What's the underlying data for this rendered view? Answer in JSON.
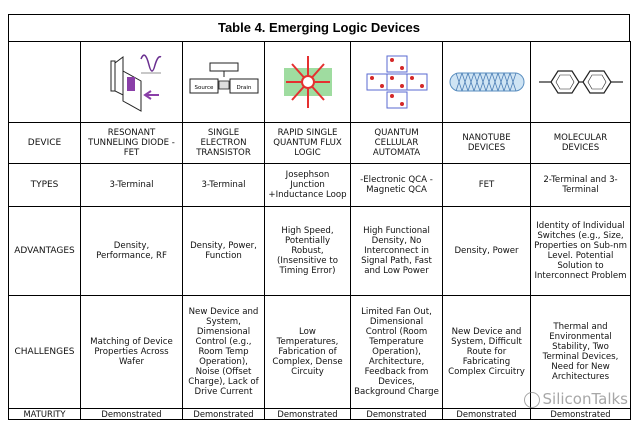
{
  "title": "Table 4. Emerging Logic Devices",
  "rows": {
    "device": {
      "label": "DEVICE",
      "cells": [
        "RESONANT TUNNELING DIODE - FET",
        "SINGLE ELECTRON TRANSISTOR",
        "RAPID SINGLE QUANTUM FLUX LOGIC",
        "QUANTUM CELLULAR AUTOMATA",
        "NANOTUBE DEVICES",
        "MOLECULAR DEVICES"
      ]
    },
    "types": {
      "label": "TYPES",
      "cells": [
        "3-Terminal",
        "3-Terminal",
        "Josephson Junction +Inductance Loop",
        "-Electronic QCA -Magnetic QCA",
        "FET",
        "2-Terminal and 3-Terminal"
      ]
    },
    "advantages": {
      "label": "ADVANTAGES",
      "cells": [
        "Density, Performance, RF",
        "Density, Power, Function",
        "High Speed, Potentially Robust, (Insensitive to Timing Error)",
        "High Functional Density, No Interconnect in Signal Path, Fast and Low Power",
        "Density, Power",
        "Identity of Individual Switches (e.g., Size, Properties on Sub-nm Level. Potential Solution to Interconnect Problem"
      ]
    },
    "challenges": {
      "label": "CHALLENGES",
      "cells": [
        "Matching of Device Properties Across Wafer",
        "New Device and System, Dimensional Control (e.g., Room Temp Operation), Noise (Offset Charge), Lack of Drive Current",
        "Low Temperatures, Fabrication of Complex, Dense Circuity",
        "Limited Fan Out, Dimensional Control (Room Temperature Operation), Architecture, Feedback from Devices, Background Charge",
        "New Device and System, Difficult Route for Fabricating Complex Circuitry",
        "Thermal and Environmental Stability, Two Terminal Devices, Need for New Architectures"
      ]
    },
    "maturity": {
      "label": "MATURITY",
      "cells": [
        "Demonstrated",
        "Demonstrated",
        "Demonstrated",
        "Demonstrated",
        "Demonstrated",
        "Demonstrated"
      ]
    }
  },
  "set_labels": {
    "source": "Source",
    "drain": "Drain"
  },
  "watermark": "SiliconTalks"
}
